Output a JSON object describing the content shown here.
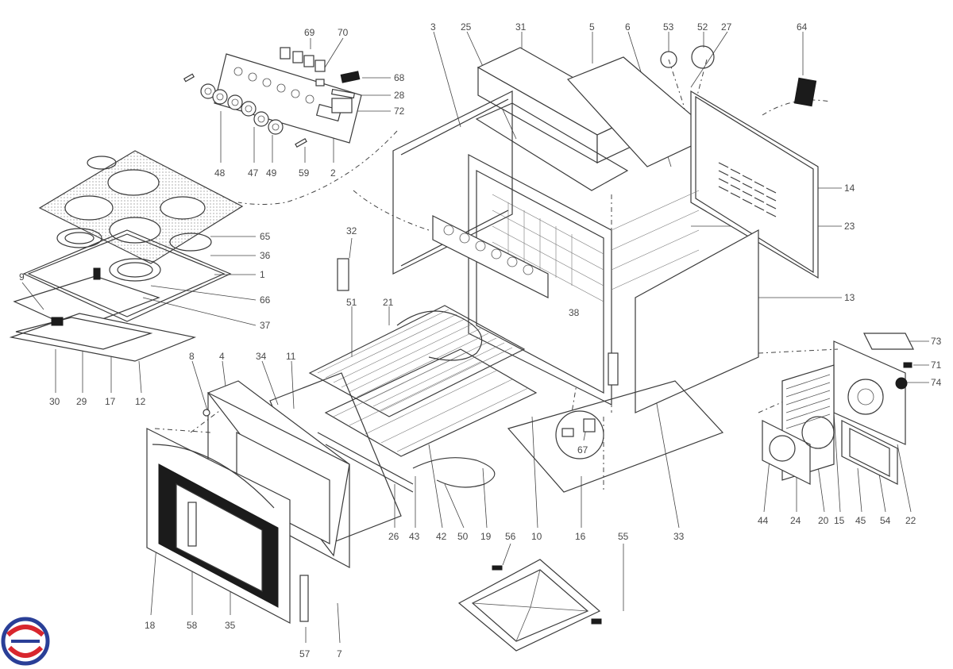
{
  "callouts": [
    {
      "id": "c1",
      "text": "1"
    },
    {
      "id": "c2",
      "text": "2"
    },
    {
      "id": "c3",
      "text": "3"
    },
    {
      "id": "c4",
      "text": "4"
    },
    {
      "id": "c5",
      "text": "5"
    },
    {
      "id": "c6",
      "text": "6"
    },
    {
      "id": "c7",
      "text": "7"
    },
    {
      "id": "c8",
      "text": "8"
    },
    {
      "id": "c9",
      "text": "9"
    },
    {
      "id": "c10",
      "text": "10"
    },
    {
      "id": "c11",
      "text": "11"
    },
    {
      "id": "c12",
      "text": "12"
    },
    {
      "id": "c13",
      "text": "13"
    },
    {
      "id": "c14",
      "text": "14"
    },
    {
      "id": "c15",
      "text": "15"
    },
    {
      "id": "c16",
      "text": "16"
    },
    {
      "id": "c17",
      "text": "17"
    },
    {
      "id": "c18",
      "text": "18"
    },
    {
      "id": "c19",
      "text": "19"
    },
    {
      "id": "c20",
      "text": "20"
    },
    {
      "id": "c21",
      "text": "21"
    },
    {
      "id": "c22",
      "text": "22"
    },
    {
      "id": "c23",
      "text": "23"
    },
    {
      "id": "c24",
      "text": "24"
    },
    {
      "id": "c25",
      "text": "25"
    },
    {
      "id": "c26",
      "text": "26"
    },
    {
      "id": "c27",
      "text": "27"
    },
    {
      "id": "c28",
      "text": "28"
    },
    {
      "id": "c29",
      "text": "29"
    },
    {
      "id": "c30",
      "text": "30"
    },
    {
      "id": "c31",
      "text": "31"
    },
    {
      "id": "c32",
      "text": "32"
    },
    {
      "id": "c33",
      "text": "33"
    },
    {
      "id": "c34",
      "text": "34"
    },
    {
      "id": "c35",
      "text": "35"
    },
    {
      "id": "c36",
      "text": "36"
    },
    {
      "id": "c37",
      "text": "37"
    },
    {
      "id": "c38",
      "text": "38"
    },
    {
      "id": "c42",
      "text": "42"
    },
    {
      "id": "c43",
      "text": "43"
    },
    {
      "id": "c44",
      "text": "44"
    },
    {
      "id": "c45",
      "text": "45"
    },
    {
      "id": "c47",
      "text": "47"
    },
    {
      "id": "c48",
      "text": "48"
    },
    {
      "id": "c49",
      "text": "49"
    },
    {
      "id": "c50",
      "text": "50"
    },
    {
      "id": "c51",
      "text": "51"
    },
    {
      "id": "c52",
      "text": "52"
    },
    {
      "id": "c53",
      "text": "53"
    },
    {
      "id": "c54",
      "text": "54"
    },
    {
      "id": "c55",
      "text": "55"
    },
    {
      "id": "c56",
      "text": "56"
    },
    {
      "id": "c57",
      "text": "57"
    },
    {
      "id": "c58",
      "text": "58"
    },
    {
      "id": "c59",
      "text": "59"
    },
    {
      "id": "c64",
      "text": "64"
    },
    {
      "id": "c65",
      "text": "65"
    },
    {
      "id": "c66",
      "text": "66"
    },
    {
      "id": "c67",
      "text": "67"
    },
    {
      "id": "c68",
      "text": "68"
    },
    {
      "id": "c69",
      "text": "69"
    },
    {
      "id": "c70",
      "text": "70"
    },
    {
      "id": "c71",
      "text": "71"
    },
    {
      "id": "c72",
      "text": "72"
    },
    {
      "id": "c73",
      "text": "73"
    },
    {
      "id": "c74",
      "text": "74"
    }
  ],
  "colors": {
    "line": "#3a3a3a",
    "label": "#4a4a4a",
    "logo_red": "#d8262e",
    "logo_blue": "#2a3f97"
  },
  "logo": {
    "icon": "brand-logo-icon"
  }
}
